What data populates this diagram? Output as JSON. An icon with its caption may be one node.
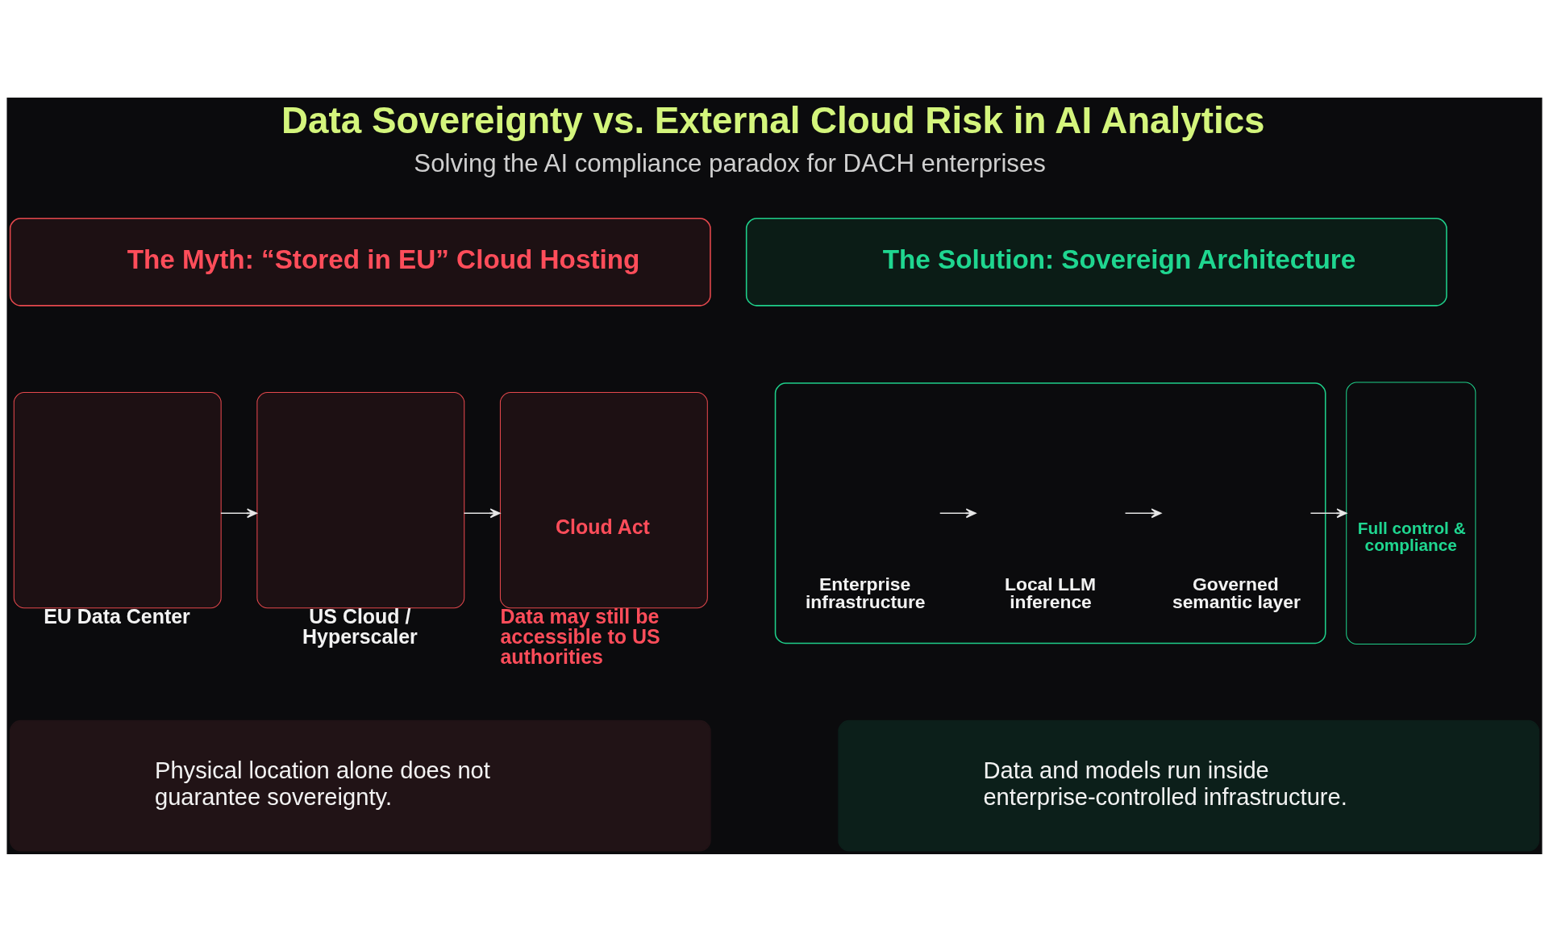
{
  "diagram": {
    "title": "Data Sovereignty vs. External Cloud Risk in AI Analytics",
    "nodes": [
      {
        "text": [
          "The Myth: “Stored in EU” Cloud Hosting"
        ]
      },
      {
        "text": [
          "EU Data Center"
        ]
      },
      {
        "text": [
          "US Cloud / Hyperscaler"
        ]
      },
      {
        "text": [
          "Cloud Act",
          "Data may still be accessible to US authorities"
        ]
      },
      {
        "text": [
          "Physical location alone does not guarantee sovereignty."
        ]
      },
      {
        "text": [
          "The Solution: Sovereign Architecture"
        ]
      },
      {
        "text": [],
        "shape": "box"
      },
      {
        "text": [
          "Enterprise infrastructure"
        ],
        "in": 6
      },
      {
        "text": [
          "Local LLM inference"
        ],
        "in": 6
      },
      {
        "text": [
          "Governed semantic layer"
        ],
        "in": 6
      },
      {
        "text": [
          "Full control & compliance"
        ]
      },
      {
        "text": [
          "Data and models run inside enterprise-controlled infrastructure."
        ]
      }
    ],
    "edges": [
      {
        "from": 1,
        "to": 2,
        "arrow": "to"
      },
      {
        "from": 2,
        "to": 3,
        "arrow": "to"
      },
      {
        "from": 7,
        "to": 8,
        "arrow": "to"
      },
      {
        "from": 8,
        "to": 9,
        "arrow": "to"
      },
      {
        "from": 9,
        "to": 10,
        "arrow": "to"
      }
    ],
    "labels": [
      "Solving the AI compliance paradox for DACH enterprises"
    ]
  }
}
